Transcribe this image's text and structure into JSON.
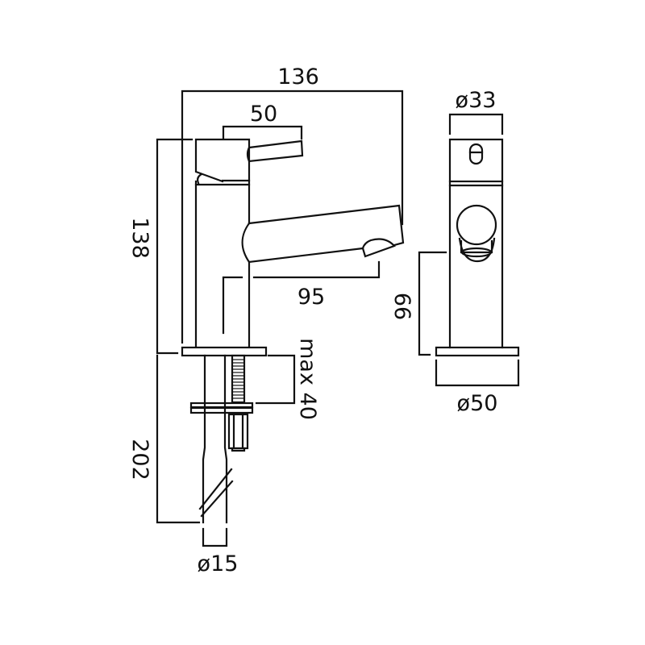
{
  "drawing": {
    "title": "Basin tap dimension drawing",
    "side_view": {
      "width_overall": "136",
      "handle_length": "50",
      "height": "138",
      "spout_reach": "95",
      "max_deck_thickness": "max 40",
      "tail_length": "202",
      "tail_diameter": "ø15"
    },
    "front_view": {
      "body_diameter": "ø33",
      "spout_height": "66",
      "base_diameter": "ø50"
    },
    "colors": {
      "line": "#111111",
      "background": "#ffffff"
    }
  }
}
